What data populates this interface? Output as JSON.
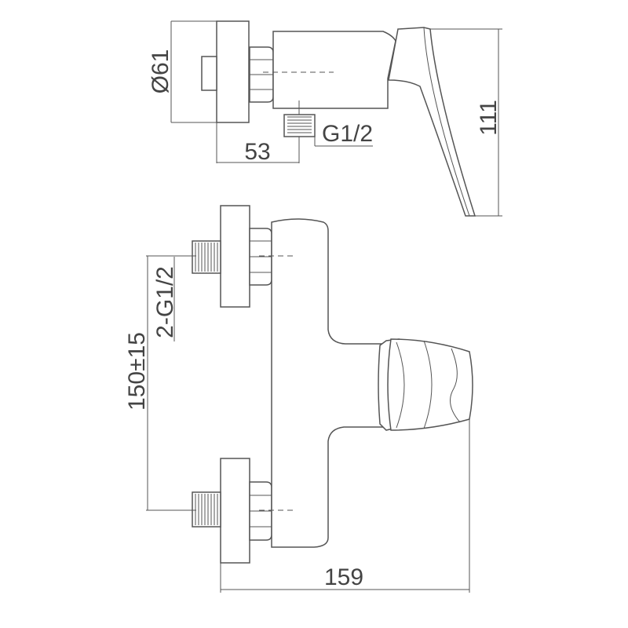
{
  "dimensions": {
    "diameter": "Ø61",
    "depth_to_inlet": "53",
    "outlet_thread": "G1/2",
    "height": "111",
    "inlet_spacing": "150±15",
    "inlet_threads": "2-G1/2",
    "width": "159"
  },
  "colors": {
    "line": "#555555",
    "text": "#444444",
    "background": "#ffffff"
  }
}
